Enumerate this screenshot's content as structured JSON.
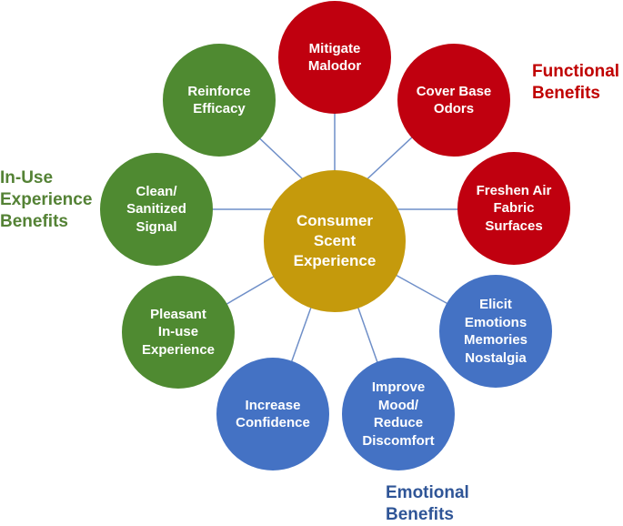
{
  "colors": {
    "functional": "#c0000f",
    "in_use": "#4f8a31",
    "emotional": "#4472c4",
    "center": "#c59a0c",
    "connector": "#6f8fc8"
  },
  "center": {
    "lines": [
      "Consumer",
      "Scent",
      "Experience"
    ]
  },
  "nodes": {
    "mitigate": {
      "lines": [
        "Mitigate",
        "Malodor"
      ]
    },
    "cover": {
      "lines": [
        "Cover Base",
        "Odors"
      ]
    },
    "freshen": {
      "lines": [
        "Freshen Air",
        "Fabric",
        "Surfaces"
      ]
    },
    "elicit": {
      "lines": [
        "Elicit",
        "Emotions",
        "Memories",
        "Nostalgia"
      ]
    },
    "improve": {
      "lines": [
        "Improve",
        "Mood/",
        "Reduce",
        "Discomfort"
      ]
    },
    "increase": {
      "lines": [
        "Increase",
        "Confidence"
      ]
    },
    "pleasant": {
      "lines": [
        "Pleasant",
        "In-use",
        "Experience"
      ]
    },
    "clean": {
      "lines": [
        "Clean/",
        "Sanitized",
        "Signal"
      ]
    },
    "reinforce": {
      "lines": [
        "Reinforce",
        "Efficacy"
      ]
    }
  },
  "labels": {
    "functional": [
      "Functional",
      "Benefits"
    ],
    "in_use": [
      "In-Use",
      "Experience",
      "Benefits"
    ],
    "emotional": [
      "Emotional",
      "Benefits"
    ]
  }
}
